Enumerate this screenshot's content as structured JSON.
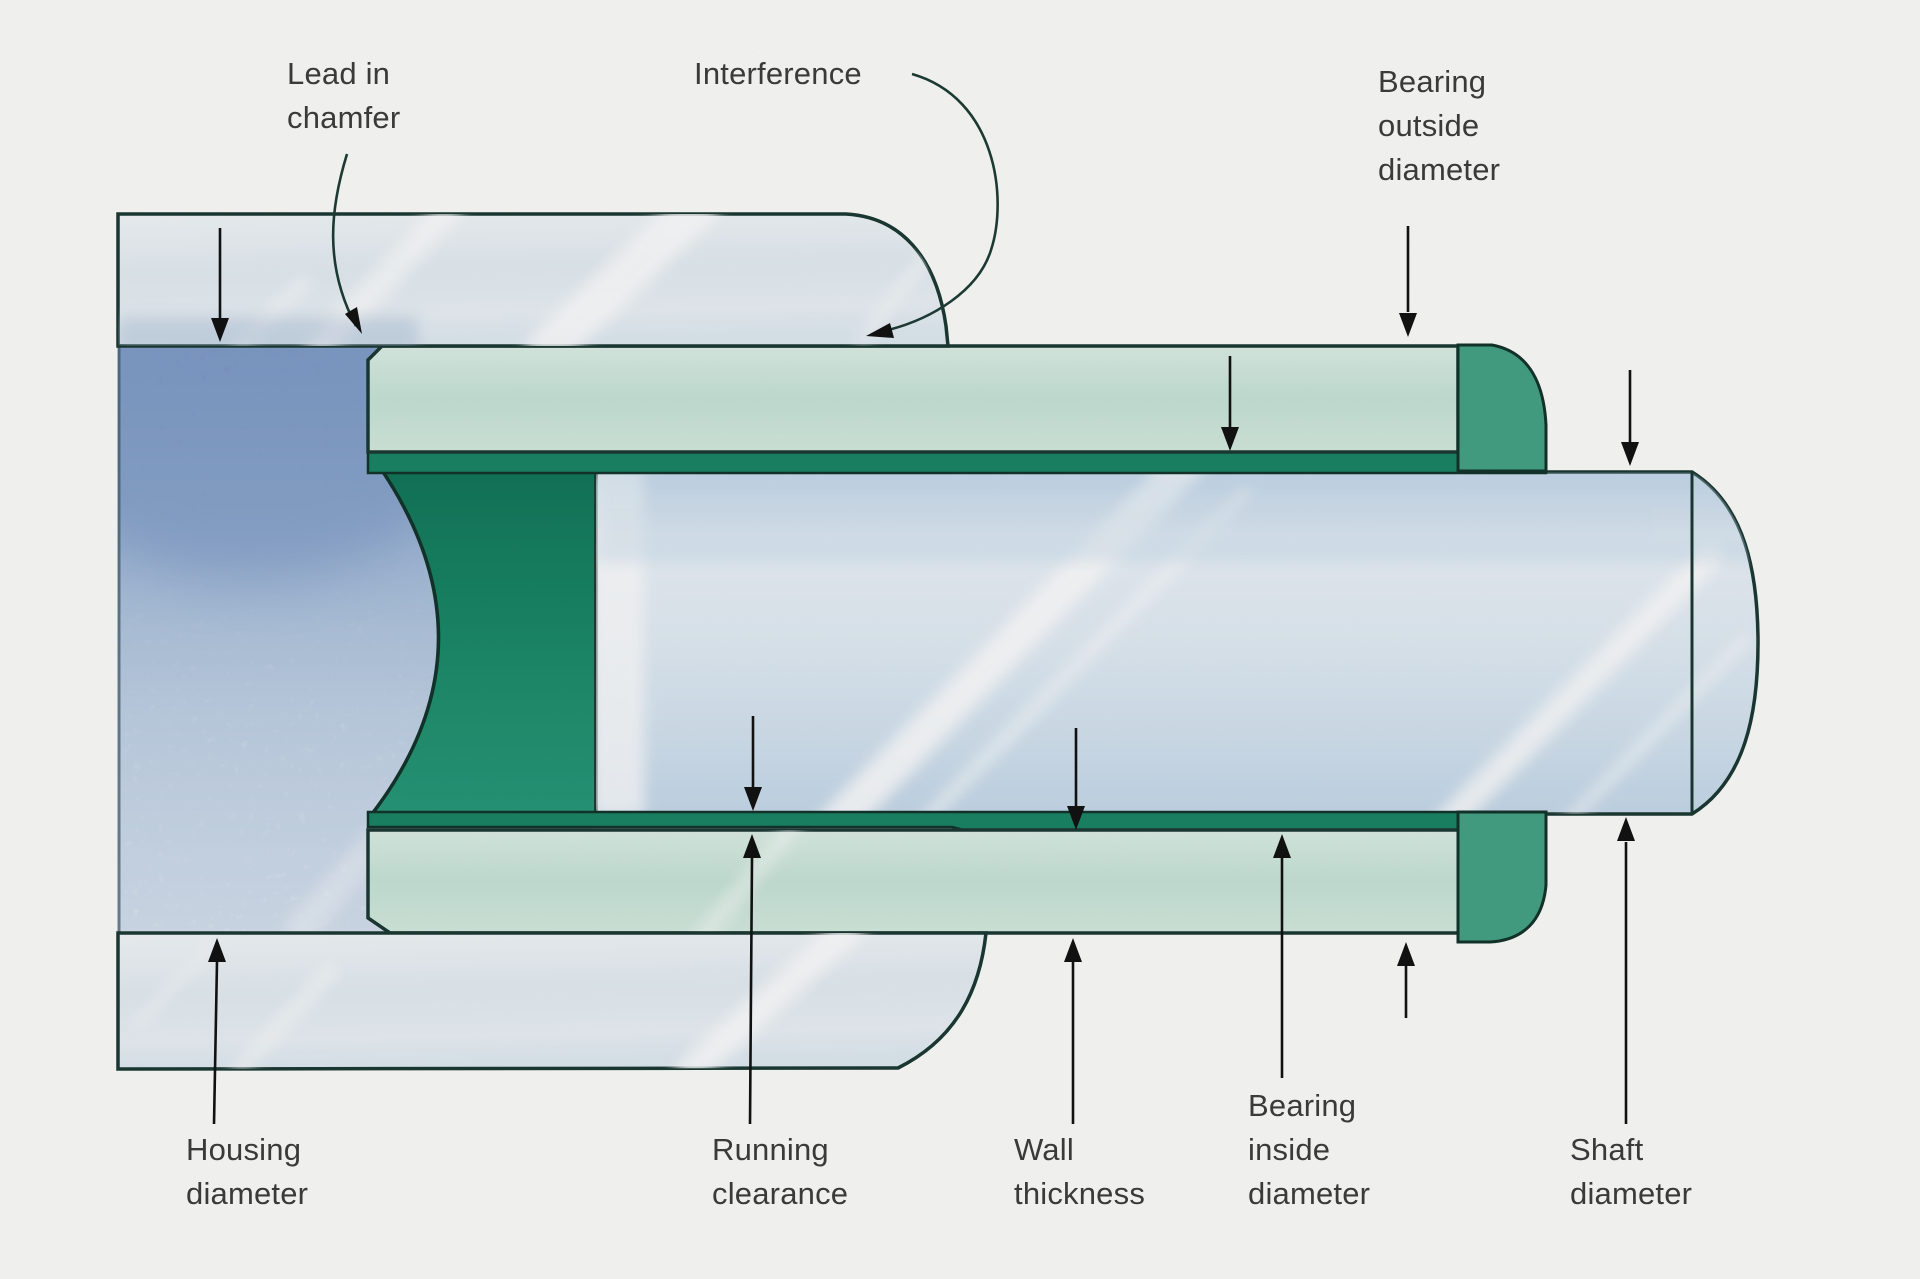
{
  "callouts": [
    {
      "id": "lead-in-chamfer",
      "lines": [
        "Lead in",
        "chamfer"
      ]
    },
    {
      "id": "interference",
      "lines": [
        "Interference"
      ]
    },
    {
      "id": "bearing-outside-diameter",
      "lines": [
        "Bearing",
        "outside",
        "diameter"
      ]
    },
    {
      "id": "housing-diameter",
      "lines": [
        "Housing",
        "diameter"
      ]
    },
    {
      "id": "running-clearance",
      "lines": [
        "Running",
        "clearance"
      ]
    },
    {
      "id": "wall-thickness",
      "lines": [
        "Wall",
        "thickness"
      ]
    },
    {
      "id": "bearing-inside-diameter",
      "lines": [
        "Bearing",
        "inside",
        "diameter"
      ]
    },
    {
      "id": "shaft-diameter",
      "lines": [
        "Shaft",
        "diameter"
      ]
    }
  ],
  "colors": {
    "background": "#fdfdfc",
    "outline": "#1c3a33",
    "bearing_face_green": "#cfe7dd",
    "bearing_inner_green": "#1b8566",
    "bearing_flange_green": "#45a286",
    "housing_fill": "#e9f0f6",
    "bore_shadow_blue": "#7d9ac6",
    "shaft_fill": "#dde9f3",
    "label_text": "#3a3a3a",
    "arrow": "#111111"
  }
}
